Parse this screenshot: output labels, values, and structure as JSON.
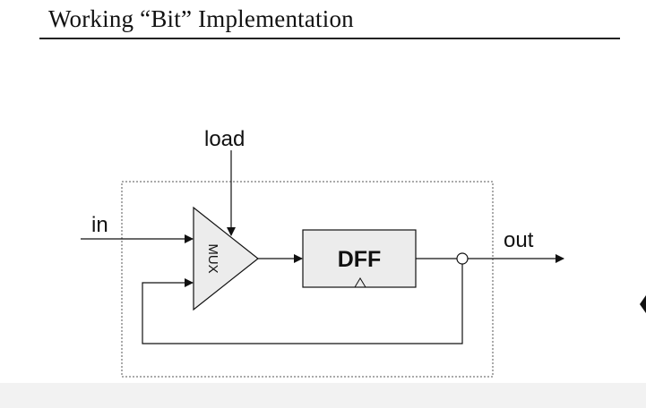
{
  "slide": {
    "title": "Working “Bit” Implementation"
  },
  "diagram": {
    "inputs": {
      "in_label": "in",
      "load_label": "load"
    },
    "output_label": "out",
    "mux_label": "MUX",
    "dff_label": "DFF",
    "colors": {
      "stroke": "#111111",
      "dff_fill": "#ececec",
      "mux_fill": "#ececec",
      "boundary": "#555555"
    }
  }
}
